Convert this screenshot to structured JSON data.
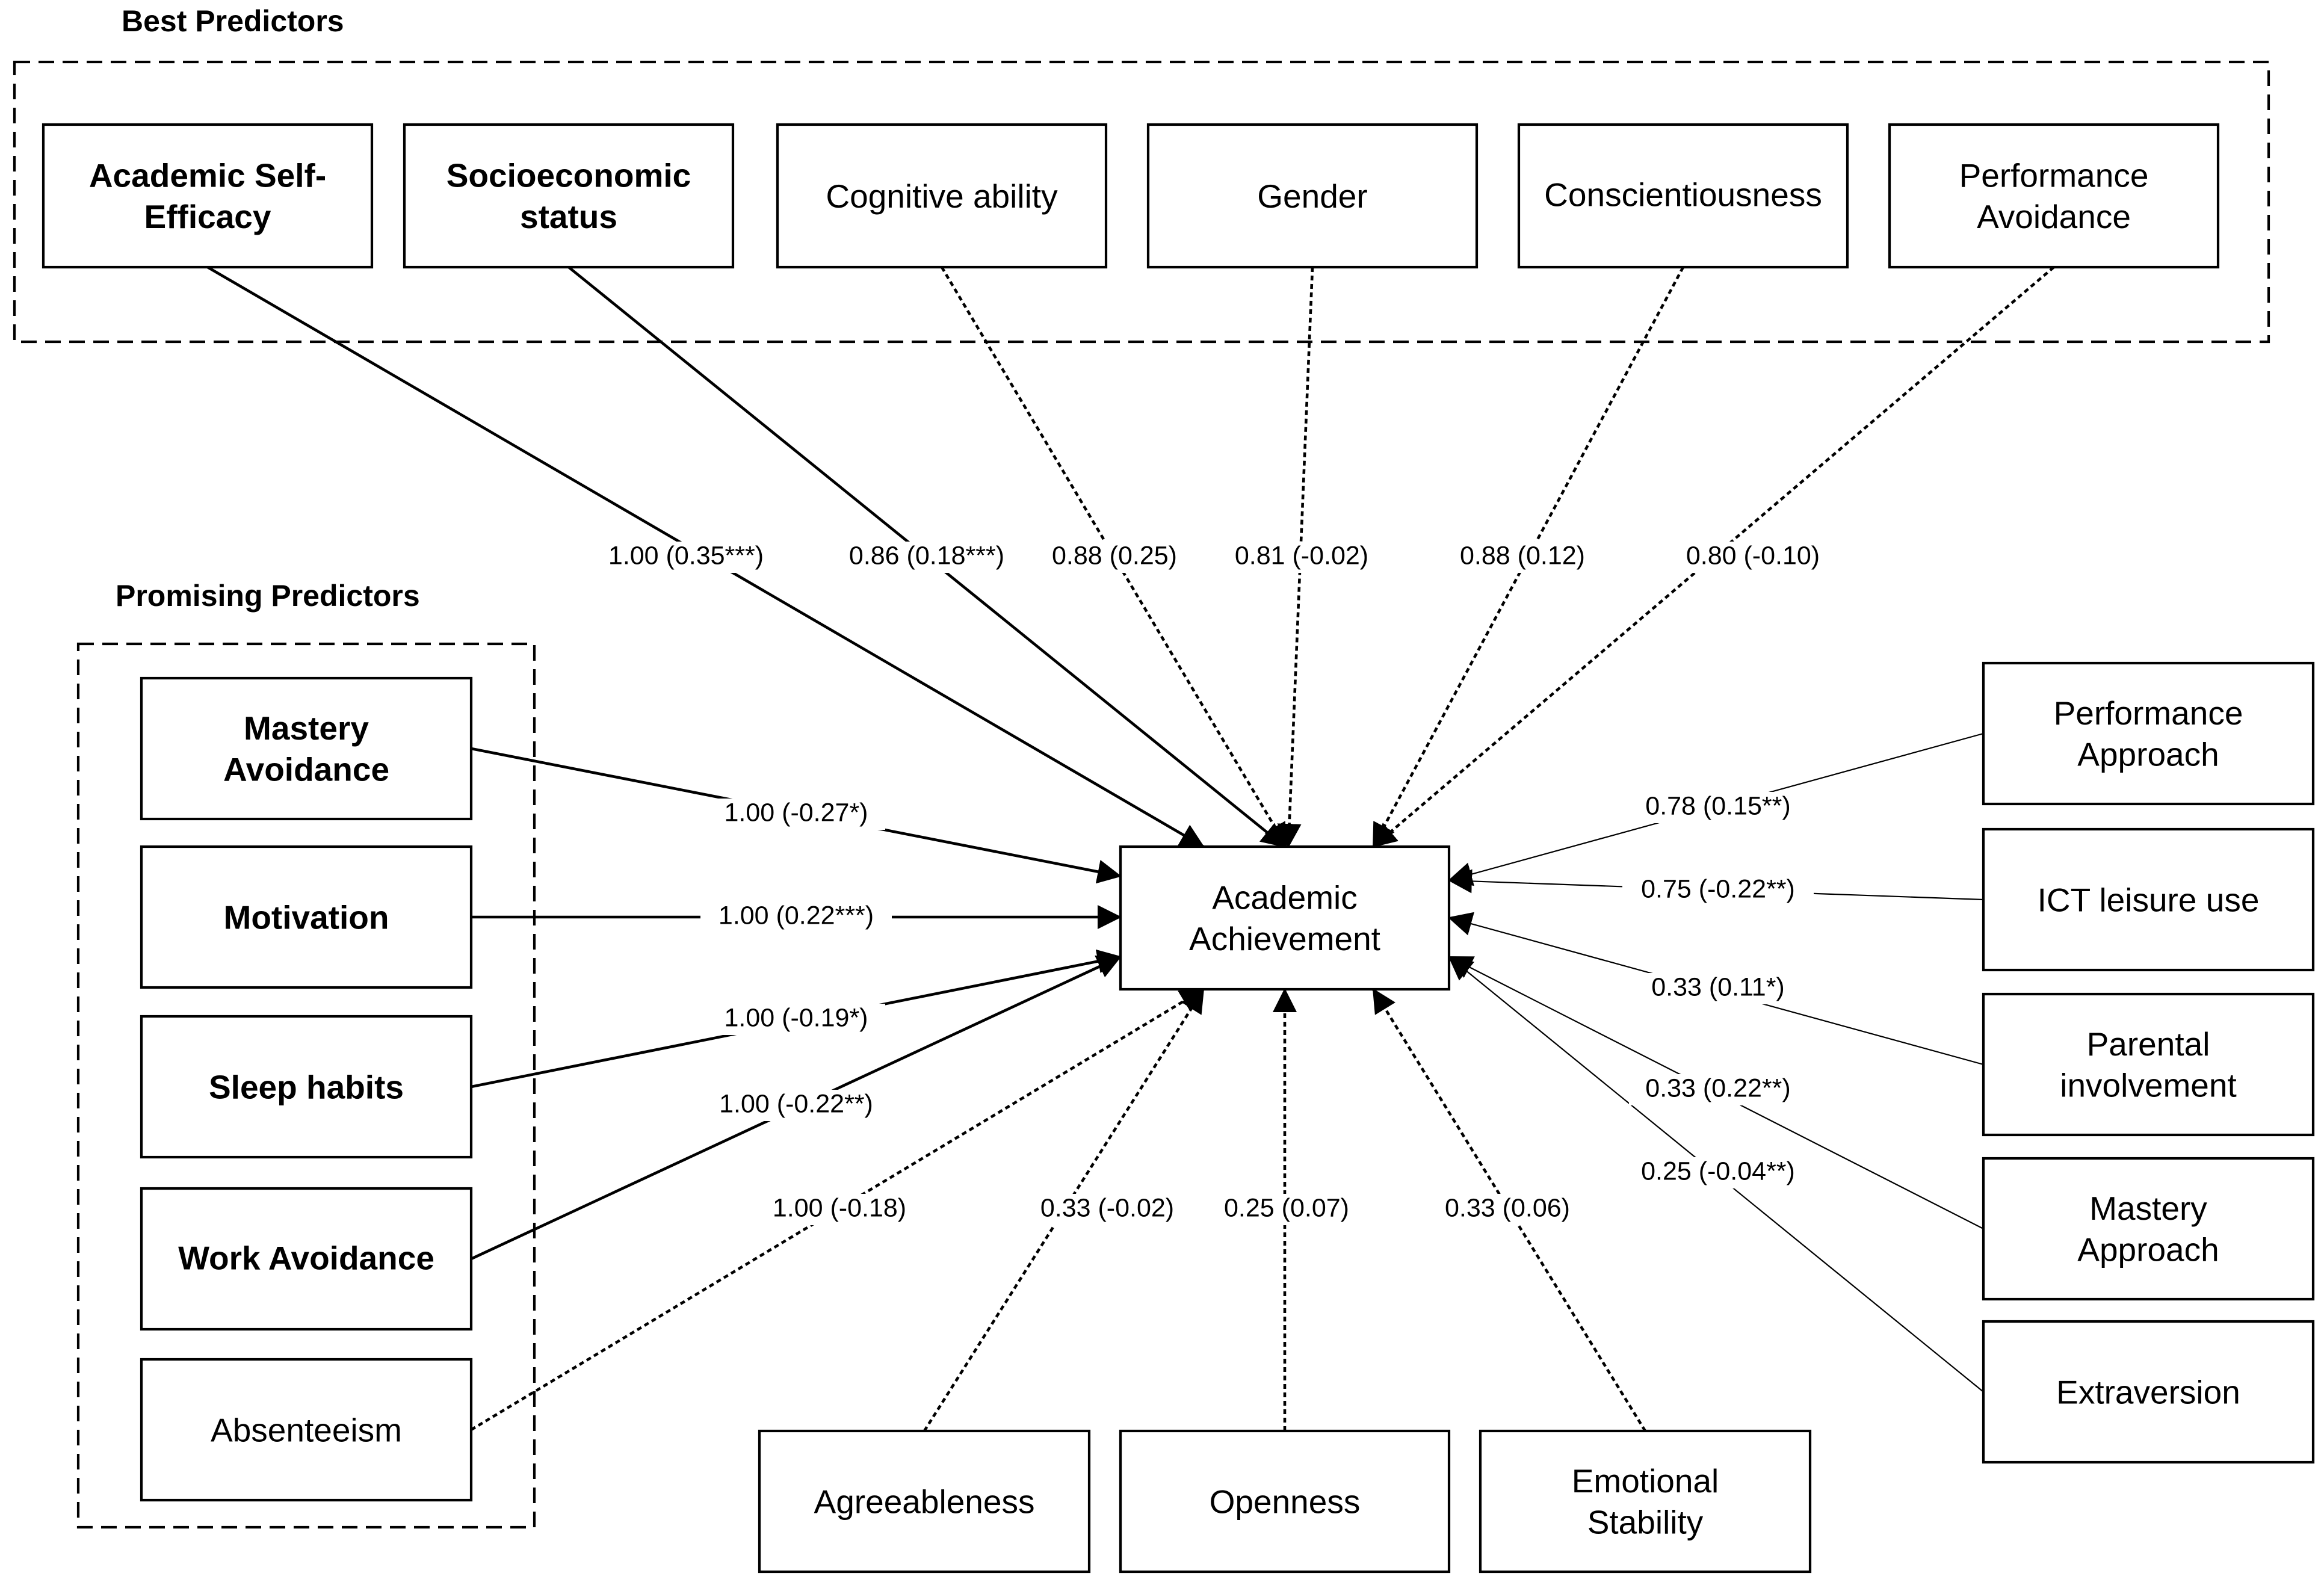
{
  "groups": {
    "best": "Best Predictors",
    "promising": "Promising Predictors"
  },
  "target": {
    "lines": [
      "Academic",
      "Achievement"
    ]
  },
  "nodes": [
    {
      "id": "academic-self-efficacy",
      "lines": [
        "Academic Self-",
        "Efficacy"
      ],
      "bold": true,
      "group": "best",
      "line_style": "solid-bold",
      "label": "1.00 (0.35***)"
    },
    {
      "id": "socioeconomic-status",
      "lines": [
        "Socioeconomic",
        "status"
      ],
      "bold": true,
      "group": "best",
      "line_style": "solid-bold",
      "label": "0.86 (0.18***)"
    },
    {
      "id": "cognitive-ability",
      "lines": [
        "Cognitive ability"
      ],
      "bold": false,
      "group": "best",
      "line_style": "dotted",
      "label": "0.88 (0.25)"
    },
    {
      "id": "gender",
      "lines": [
        "Gender"
      ],
      "bold": false,
      "group": "best",
      "line_style": "dotted",
      "label": "0.81 (-0.02)"
    },
    {
      "id": "conscientiousness",
      "lines": [
        "Conscientiousness"
      ],
      "bold": false,
      "group": "best",
      "line_style": "dotted",
      "label": "0.88 (0.12)"
    },
    {
      "id": "performance-avoidance",
      "lines": [
        "Performance",
        "Avoidance"
      ],
      "bold": false,
      "group": "best",
      "line_style": "dotted",
      "label": "0.80 (-0.10)"
    },
    {
      "id": "mastery-avoidance",
      "lines": [
        "Mastery",
        "Avoidance"
      ],
      "bold": true,
      "group": "promising",
      "line_style": "solid-bold",
      "label": "1.00 (-0.27*)"
    },
    {
      "id": "motivation",
      "lines": [
        "Motivation"
      ],
      "bold": true,
      "group": "promising",
      "line_style": "solid-bold",
      "label": "1.00 (0.22***)"
    },
    {
      "id": "sleep-habits",
      "lines": [
        "Sleep habits"
      ],
      "bold": true,
      "group": "promising",
      "line_style": "solid-bold",
      "label": "1.00 (-0.19*)"
    },
    {
      "id": "work-avoidance",
      "lines": [
        "Work Avoidance"
      ],
      "bold": true,
      "group": "promising",
      "line_style": "solid-bold",
      "label": "1.00 (-0.22**)"
    },
    {
      "id": "absenteeism",
      "lines": [
        "Absenteeism"
      ],
      "bold": false,
      "group": "promising",
      "line_style": "dotted",
      "label": "1.00 (-0.18)"
    },
    {
      "id": "agreeableness",
      "lines": [
        "Agreeableness"
      ],
      "bold": false,
      "group": "none",
      "line_style": "dotted",
      "label": "0.33 (-0.02)"
    },
    {
      "id": "openness",
      "lines": [
        "Openness"
      ],
      "bold": false,
      "group": "none",
      "line_style": "dotted",
      "label": "0.25 (0.07)"
    },
    {
      "id": "emotional-stability",
      "lines": [
        "Emotional",
        "Stability"
      ],
      "bold": false,
      "group": "none",
      "line_style": "dotted",
      "label": "0.33 (0.06)"
    },
    {
      "id": "performance-approach",
      "lines": [
        "Performance",
        "Approach"
      ],
      "bold": false,
      "group": "none",
      "line_style": "solid-thin",
      "label": "0.78 (0.15**)"
    },
    {
      "id": "ict-leisure-use",
      "lines": [
        "ICT leisure use"
      ],
      "bold": false,
      "group": "none",
      "line_style": "solid-thin",
      "label": "0.75 (-0.22**)"
    },
    {
      "id": "parental-involvement",
      "lines": [
        "Parental",
        "involvement"
      ],
      "bold": false,
      "group": "none",
      "line_style": "solid-thin",
      "label": "0.33 (0.11*)"
    },
    {
      "id": "mastery-approach",
      "lines": [
        "Mastery",
        "Approach"
      ],
      "bold": false,
      "group": "none",
      "line_style": "solid-thin",
      "label": "0.33 (0.22**)"
    },
    {
      "id": "extraversion",
      "lines": [
        "Extraversion"
      ],
      "bold": false,
      "group": "none",
      "line_style": "solid-thin",
      "label": "0.25 (-0.04**)"
    }
  ]
}
